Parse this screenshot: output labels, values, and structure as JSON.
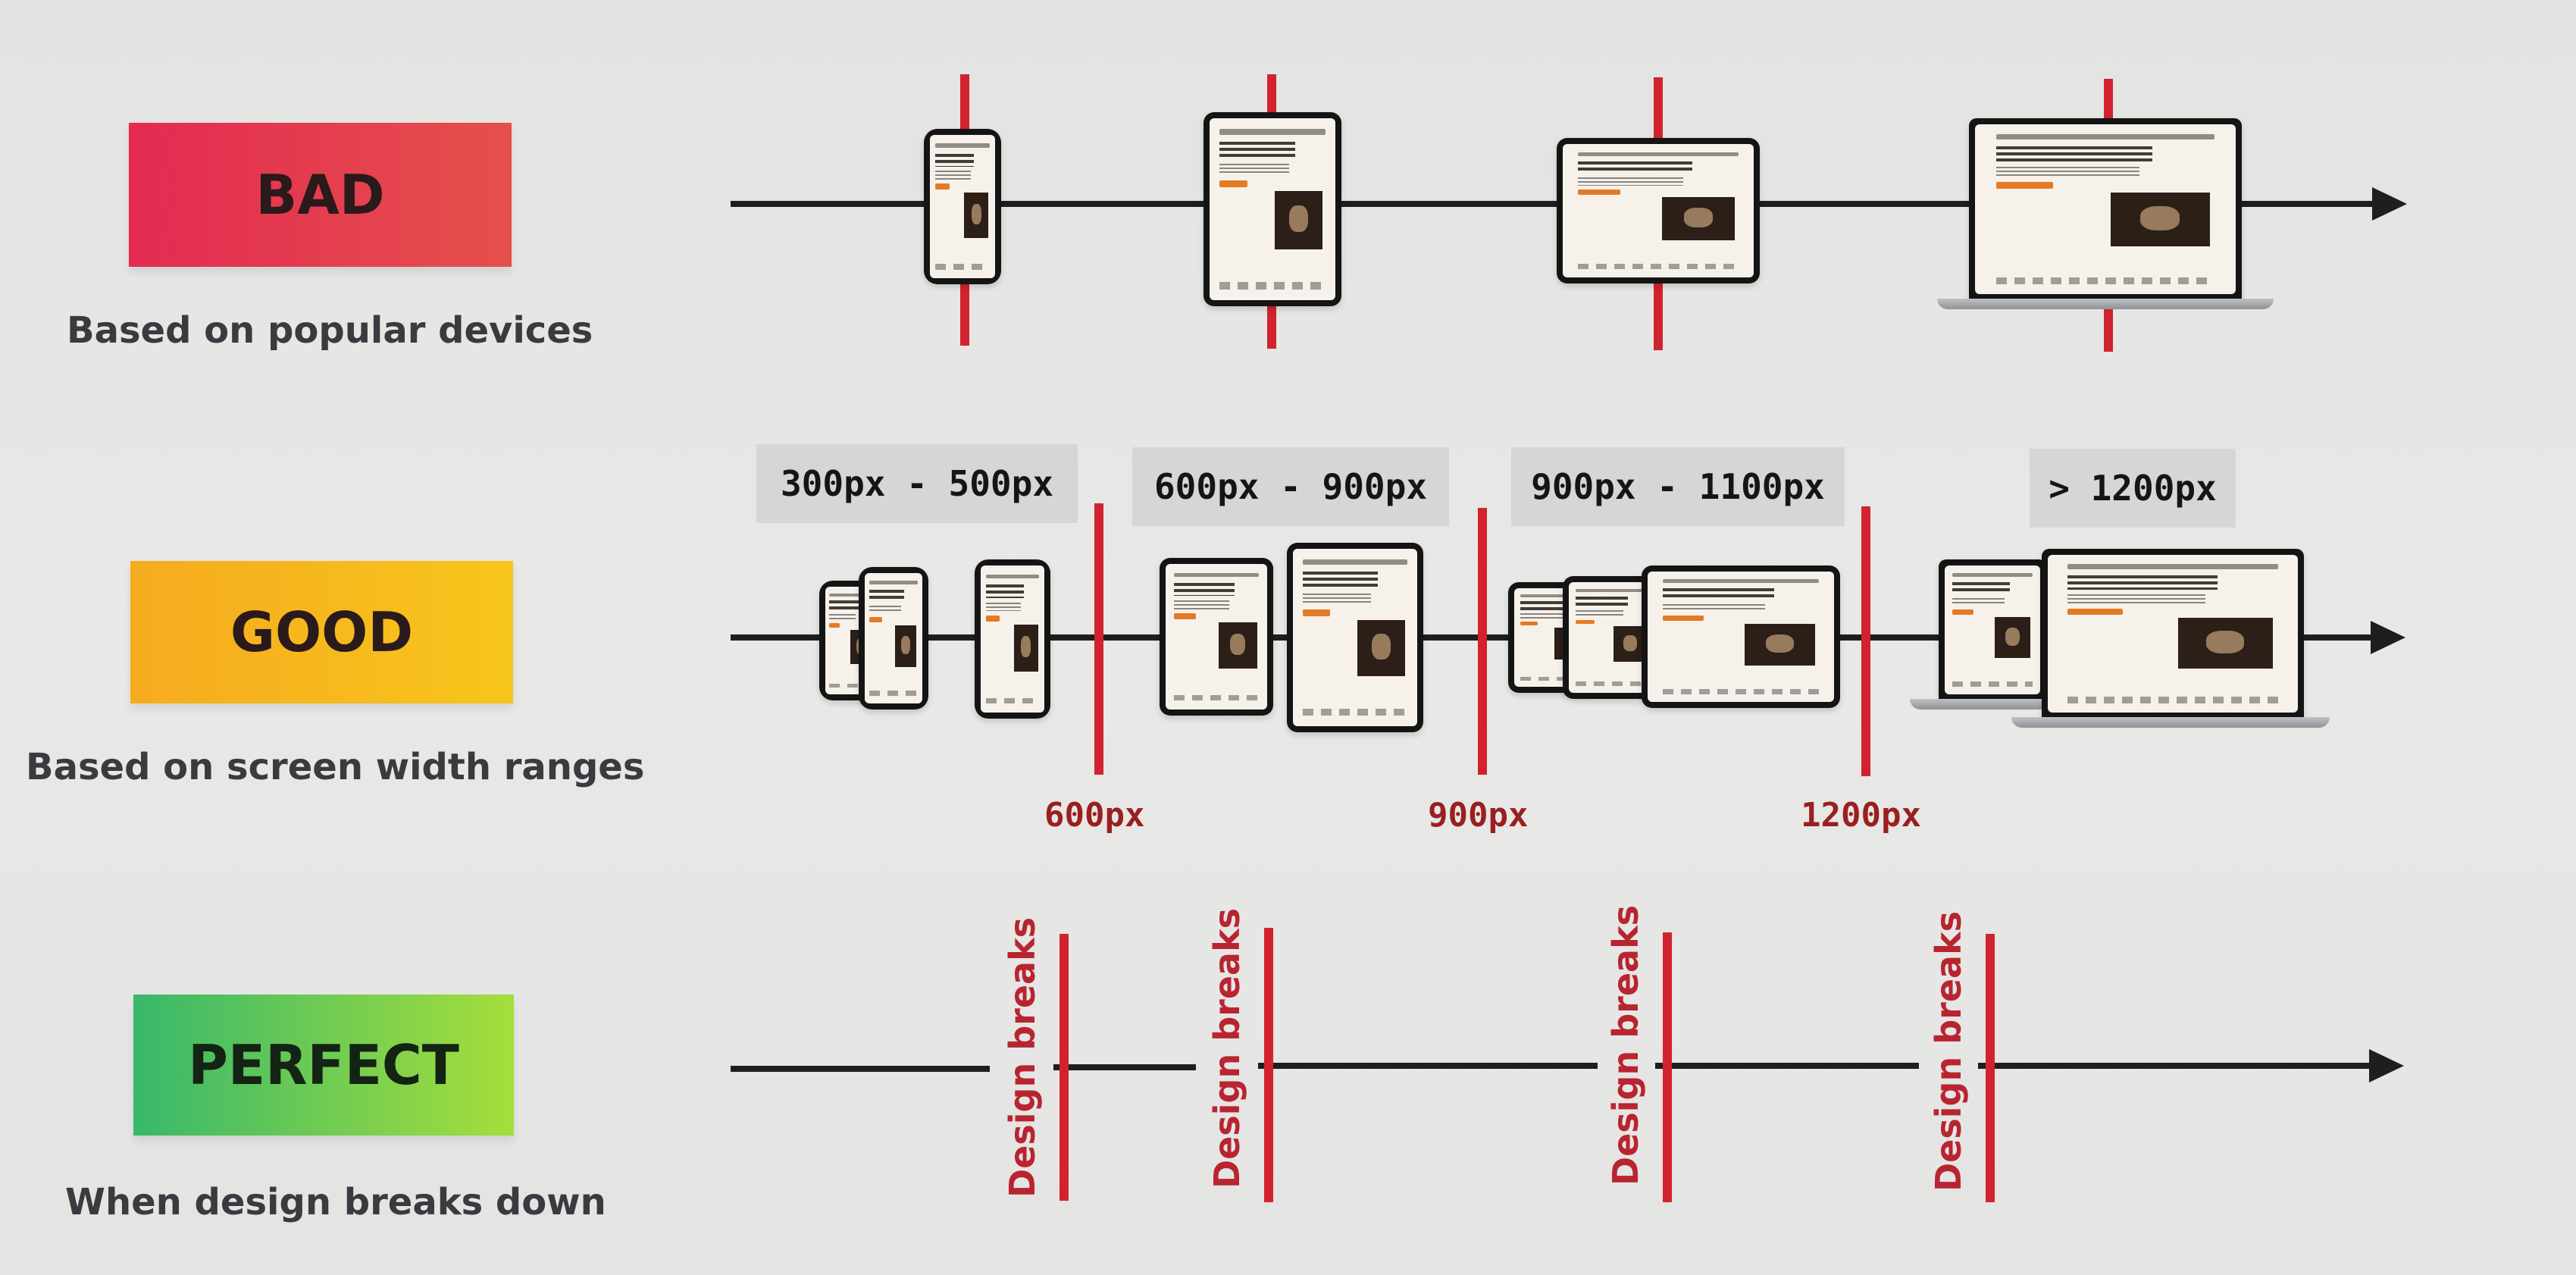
{
  "rows": {
    "bad": {
      "label": "BAD",
      "caption": "Based on popular devices",
      "color_from": "#e42a52",
      "color_to": "#e5504c"
    },
    "good": {
      "label": "GOOD",
      "caption": "Based on screen width ranges",
      "color_from": "#f6ab1f",
      "color_to": "#f7c51c"
    },
    "perfect": {
      "label": "PERFECT",
      "caption": "When design breaks down",
      "color_from": "#38b86a",
      "color_to": "#a6de3c"
    }
  },
  "ranges": [
    "300px - 500px",
    "600px - 900px",
    "900px - 1100px",
    "> 1200px"
  ],
  "breakpoints": [
    "600px",
    "900px",
    "1200px"
  ],
  "design_breaks": [
    "Design breaks",
    "Design breaks",
    "Design breaks",
    "Design breaks"
  ],
  "colors": {
    "marker": "#d0232f",
    "line": "#1e1e1e",
    "breakpoint_text": "#9a1f1f"
  }
}
